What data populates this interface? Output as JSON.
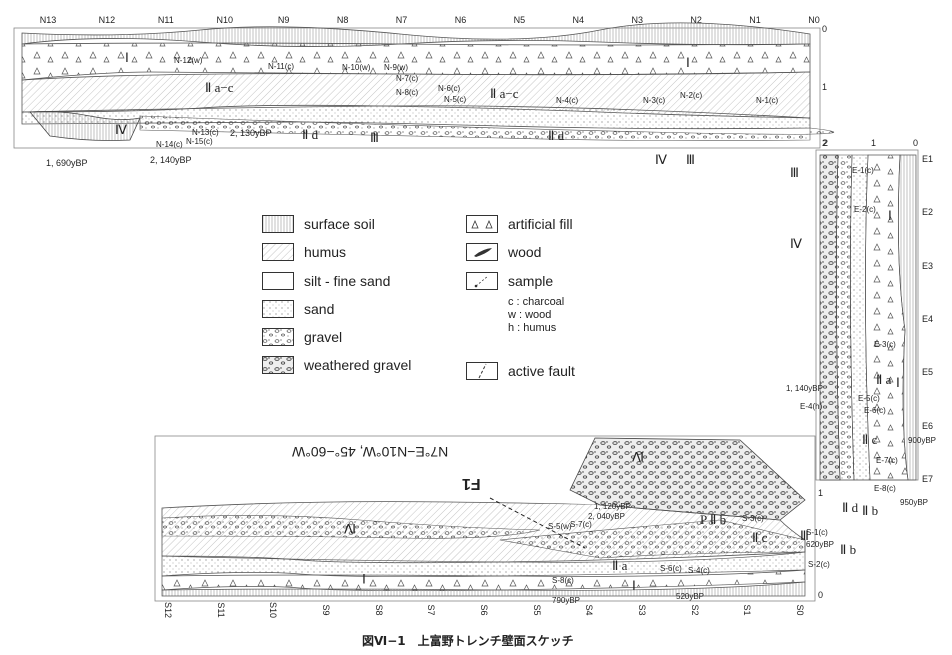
{
  "north_wall": {
    "ticks": [
      "N13",
      "N12",
      "N11",
      "N10",
      "N9",
      "N8",
      "N7",
      "N6",
      "N5",
      "N4",
      "N3",
      "N2",
      "N1",
      "N0"
    ],
    "depth": [
      "0",
      "1",
      "2"
    ],
    "units": [
      "Ⅰ",
      "Ⅰ",
      "Ⅱ a−c",
      "Ⅱ a−c",
      "Ⅱ d",
      "Ⅱ d",
      "Ⅲ",
      "Ⅲ",
      "Ⅳ",
      "Ⅳ"
    ],
    "samples": [
      "N-12(w)",
      "N-11(c)",
      "N-10(w)",
      "N-9(w)",
      "N-7(c)",
      "N-8(c)",
      "N-6(c)",
      "N-5(c)",
      "N-4(c)",
      "N-3(c)",
      "N-2(c)",
      "N-1(c)",
      "N-13(c)",
      "N-15(c)",
      "N-14(c)"
    ],
    "ages": [
      "2, 130yBP",
      "1, 690yBP",
      "2, 140yBP"
    ]
  },
  "east_wall": {
    "ticks": [
      "E1",
      "E2",
      "E3",
      "E4",
      "E5",
      "E6",
      "E7"
    ],
    "depth": [
      "2",
      "1",
      "0"
    ],
    "units": [
      "Ⅲ",
      "Ⅳ",
      "Ⅰ",
      "Ⅰ",
      "Ⅱ a",
      "Ⅱ c",
      "Ⅱ d",
      "Ⅱ b"
    ],
    "samples": [
      "E-1(c)",
      "E-2(c)",
      "E-3(c)",
      "E-4(h)",
      "E-5(c)",
      "E-6(c)",
      "E-7(c)",
      "E-8(c)"
    ],
    "ages": [
      "1, 140yBP",
      "900yBP",
      "950yBP"
    ]
  },
  "south_wall": {
    "ticks": [
      "S12",
      "S11",
      "S10",
      "S9",
      "S8",
      "S7",
      "S6",
      "S5",
      "S4",
      "S3",
      "S2",
      "S1",
      "S0"
    ],
    "depth": [
      "1",
      "0"
    ],
    "units": [
      "Ⅳ",
      "Ⅳ",
      "Ⅰ",
      "Ⅰ",
      "Ⅱ a",
      "P Ⅱ b",
      "Ⅱ c",
      "Ⅲ",
      "Ⅱ b"
    ],
    "samples": [
      "S-7(c)",
      "S-5(w)",
      "S-6(c)",
      "S-4(c)",
      "S-8(c)",
      "S-3(c)",
      "S-1(c)",
      "S-2(c)"
    ],
    "ages": [
      "1, 120yBP",
      "2, 040yBP",
      "620yBP",
      "790yBP",
      "520yBP"
    ],
    "fault_label": "F1",
    "fault_orientation": "N7°E−N10°W, 45°−60°W"
  },
  "legend": {
    "items": [
      {
        "label": "surface soil",
        "pattern": "surface"
      },
      {
        "label": "humus",
        "pattern": "humus"
      },
      {
        "label": "silt - fine sand",
        "pattern": "silt"
      },
      {
        "label": "sand",
        "pattern": "sand"
      },
      {
        "label": "gravel",
        "pattern": "gravel"
      },
      {
        "label": "weathered gravel",
        "pattern": "wgravel"
      }
    ],
    "items_right": [
      {
        "label": "artificial fill"
      },
      {
        "label": "wood"
      },
      {
        "label": "sample"
      }
    ],
    "sample_codes": [
      "c  : charcoal",
      "w  : wood",
      "h  : humus"
    ],
    "fault_label": "active fault"
  },
  "caption": "図Ⅵ−1　上富野トレンチ壁面スケッチ"
}
